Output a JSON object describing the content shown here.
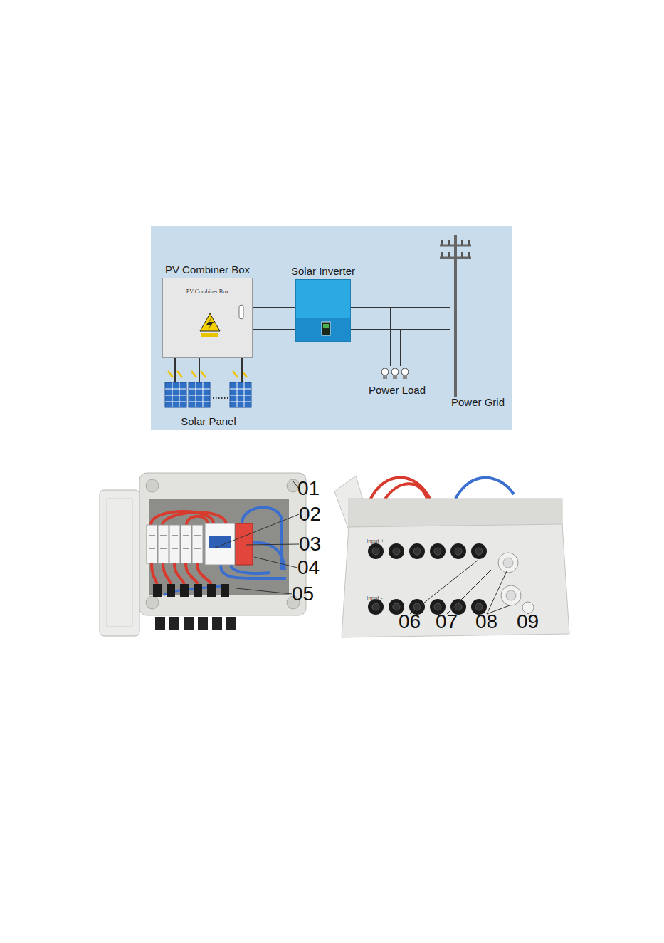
{
  "diagram": {
    "nodes": [
      {
        "text": [
          "PV Combiner Box",
          "PV Combiner Box"
        ]
      },
      {
        "text": [
          "Solar Inverter"
        ]
      },
      {
        "text": [
          "Solar Panel"
        ]
      },
      {
        "text": [
          "Power Load"
        ]
      },
      {
        "text": [
          "Power Grid"
        ]
      }
    ],
    "edges": [
      {
        "from": 0,
        "to": 1,
        "arrow": "none"
      },
      {
        "from": 0,
        "to": 1,
        "arrow": "none"
      },
      {
        "from": 1,
        "to": 4,
        "arrow": "none"
      },
      {
        "from": 1,
        "to": 4,
        "arrow": "none"
      },
      {
        "from": 1,
        "to": 3,
        "arrow": "none"
      },
      {
        "from": 1,
        "to": 3,
        "arrow": "none"
      },
      {
        "from": 2,
        "to": 0,
        "arrow": "none"
      },
      {
        "from": 2,
        "to": 0,
        "arrow": "none"
      },
      {
        "from": 2,
        "to": 0,
        "arrow": "none"
      }
    ],
    "labels": [
      "01",
      "02",
      "03",
      "04",
      "05",
      "06",
      "07",
      "08",
      "09",
      "Input +",
      "Input -"
    ]
  }
}
